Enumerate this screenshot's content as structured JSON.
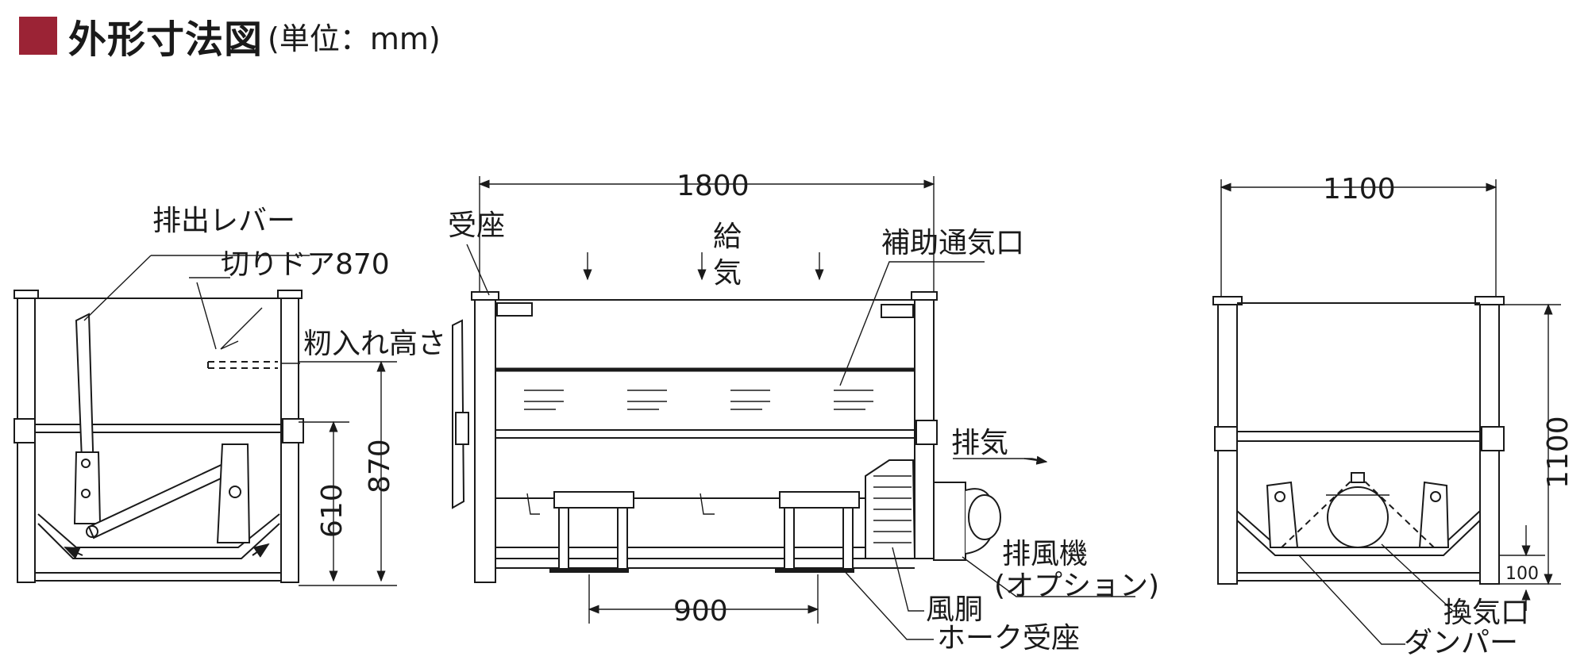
{
  "header": {
    "title": "外形寸法図",
    "unit": "(単位：mm)",
    "mark_color": "#9b2335"
  },
  "labels": {
    "discharge_lever": "排出レバー",
    "cut_door": "切りドア870",
    "grain_height": "籾入れ高さ",
    "receiver_seat": "受座",
    "supply_1": "給",
    "supply_2": "気",
    "aux_vent": "補助通気口",
    "exhaust": "排気",
    "exhaust_fan": "排風機",
    "option": "(オプション)",
    "air_duct": "風胴",
    "fork_seat": "ホーク受座",
    "vent_port": "換気口",
    "damper": "ダンパー"
  },
  "dimensions": {
    "d610": "610",
    "d870": "870",
    "d1800": "1800",
    "d900": "900",
    "d1100w": "1100",
    "d1100h": "1100",
    "d100": "100"
  }
}
